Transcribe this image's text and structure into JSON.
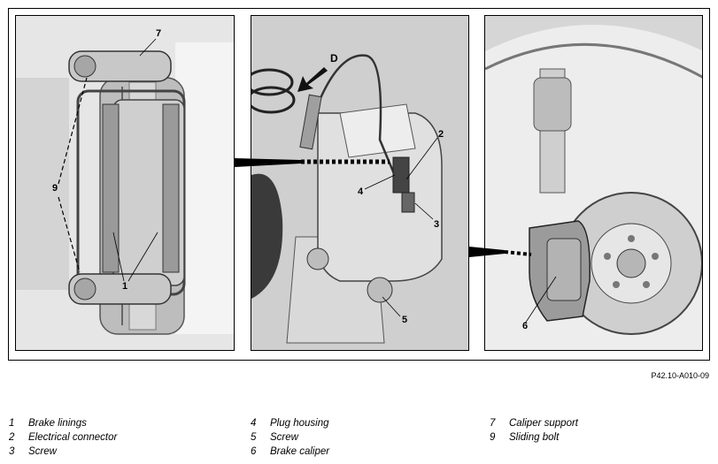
{
  "reference": "P42.10-A010-09",
  "callouts": {
    "p1": [
      "7",
      "9",
      "1"
    ],
    "p2": [
      "D",
      "2",
      "4",
      "3",
      "5"
    ],
    "p3": [
      "6"
    ]
  },
  "legend": {
    "col1": [
      {
        "num": "1",
        "label": "Brake linings"
      },
      {
        "num": "2",
        "label": "Electrical connector"
      },
      {
        "num": "3",
        "label": "Screw"
      }
    ],
    "col2": [
      {
        "num": "4",
        "label": "Plug housing"
      },
      {
        "num": "5",
        "label": "Screw"
      },
      {
        "num": "6",
        "label": "Brake caliper"
      }
    ],
    "col3": [
      {
        "num": "7",
        "label": "Caliper support"
      },
      {
        "num": "9",
        "label": "Sliding bolt"
      }
    ]
  }
}
